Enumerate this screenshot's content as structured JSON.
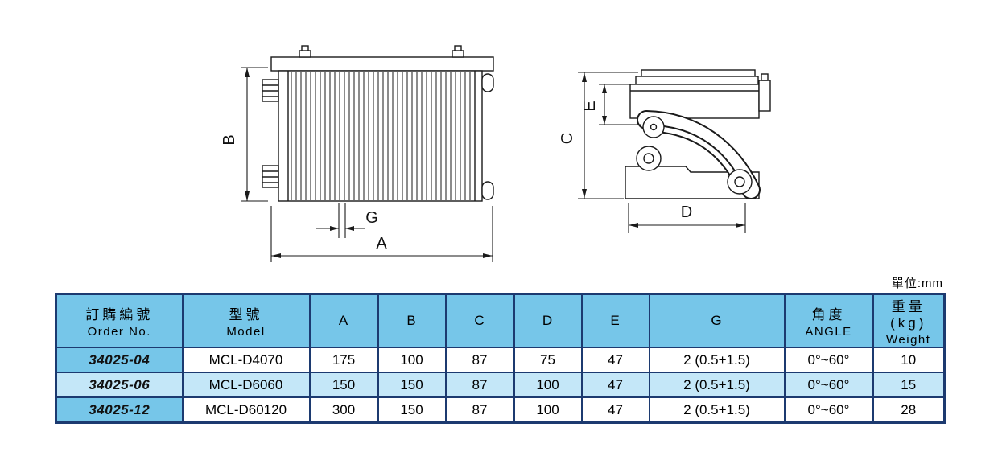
{
  "unit_note": "單位:mm",
  "colors": {
    "table_border": "#1c3a70",
    "header_bg": "#76c6e9",
    "alt_row_bg": "#c4e7f8",
    "drawing_line": "#1a1a1a"
  },
  "drawing": {
    "front_view": {
      "dim_a": "A",
      "dim_b": "B",
      "dim_g": "G"
    },
    "side_view": {
      "dim_c": "C",
      "dim_d": "D",
      "dim_e": "E"
    }
  },
  "table": {
    "headers": {
      "order_no": {
        "zh": "訂購編號",
        "en": "Order No."
      },
      "model": {
        "zh": "型號",
        "en": "Model"
      },
      "a": "A",
      "b": "B",
      "c": "C",
      "d": "D",
      "e": "E",
      "g": "G",
      "angle": {
        "zh": "角度",
        "en": "ANGLE"
      },
      "weight": {
        "zh": "重量(kg)",
        "en": "Weight"
      }
    },
    "rows": [
      [
        "34025-04",
        "MCL-D4070",
        "175",
        "100",
        "87",
        "75",
        "47",
        "2 (0.5+1.5)",
        "0°~60°",
        "10"
      ],
      [
        "34025-06",
        "MCL-D6060",
        "150",
        "150",
        "87",
        "100",
        "47",
        "2 (0.5+1.5)",
        "0°~60°",
        "15"
      ],
      [
        "34025-12",
        "MCL-D60120",
        "300",
        "150",
        "87",
        "100",
        "47",
        "2 (0.5+1.5)",
        "0°~60°",
        "28"
      ]
    ]
  }
}
